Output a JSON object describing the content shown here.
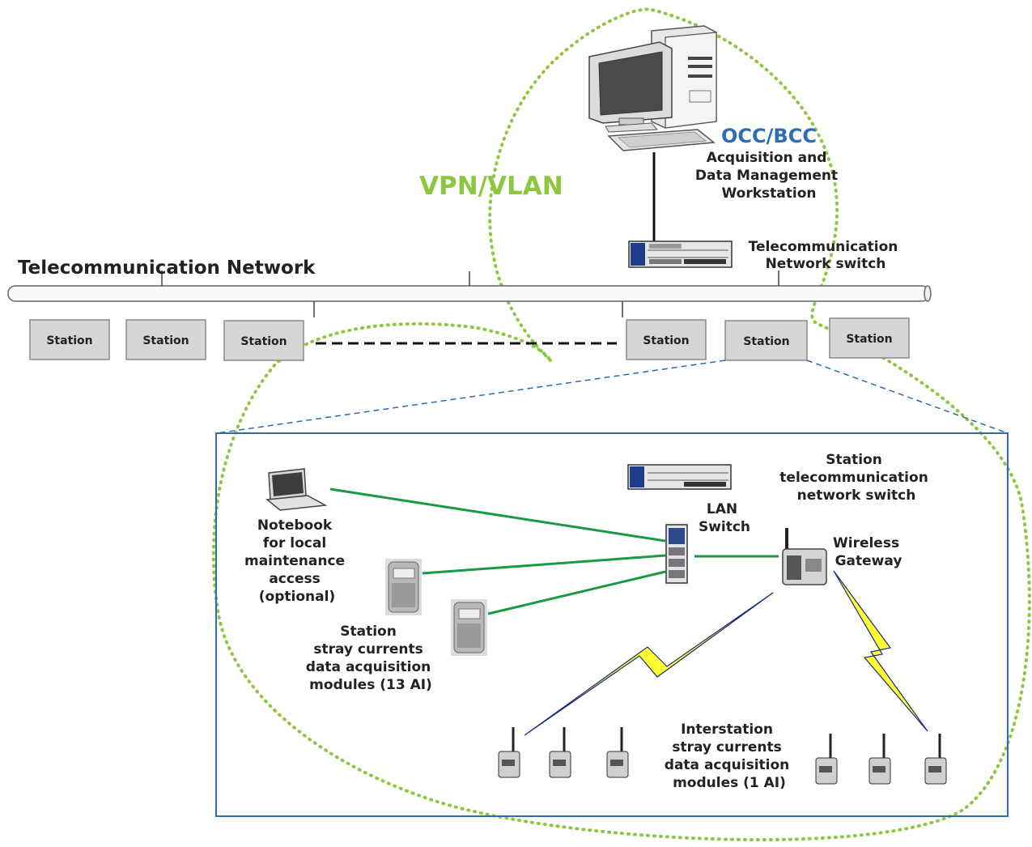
{
  "network_label": "Telecommunication Network",
  "vpn_label": "VPN/VLAN",
  "occ": {
    "title": "OCC/BCC",
    "lines": [
      "Acquisition and",
      "Data Management",
      "Workstation"
    ]
  },
  "telecom_switch_lines": [
    "Telecommunication",
    "Network switch"
  ],
  "stations": [
    "Station",
    "Station",
    "Station",
    "Station",
    "Station",
    "Station"
  ],
  "detail": {
    "station_switch_lines": [
      "Station",
      "telecommunication",
      "network switch"
    ],
    "lan_switch_lines": [
      "LAN",
      "Switch"
    ],
    "wireless_gateway_lines": [
      "Wireless",
      "Gateway"
    ],
    "notebook_lines": [
      "Notebook",
      "for local",
      "maintenance",
      "access",
      "(optional)"
    ],
    "station_modules_lines": [
      "Station",
      "stray currents",
      "data acquisition",
      "modules (13 AI)"
    ],
    "interstation_modules_lines": [
      "Interstation",
      "stray currents",
      "data acquisition",
      "modules (1 AI)"
    ]
  },
  "colors": {
    "vpn_green": "#8dc63f",
    "occ_blue": "#2e6db4",
    "link_green": "#1a9a45",
    "detail_border": "#2a6bb5",
    "lightning": "#ffff33"
  },
  "icons": [
    "desktop-computer-icon",
    "network-switch-icon",
    "laptop-icon",
    "io-module-icon",
    "wireless-gateway-icon",
    "wireless-sensor-icon"
  ]
}
